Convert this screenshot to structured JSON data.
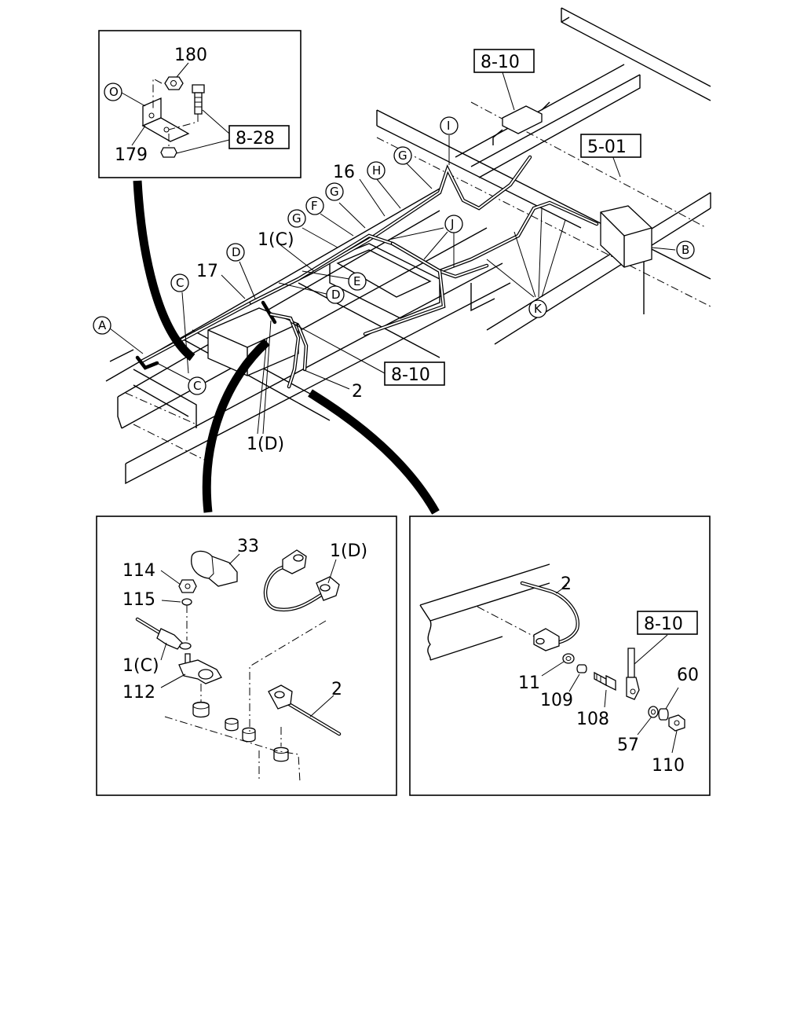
{
  "labels": {
    "n180": "180",
    "n179": "179",
    "n16": "16",
    "n17": "17",
    "n1c": "1(C)",
    "n1d": "1(D)",
    "n2": "2",
    "n33": "33",
    "n114": "114",
    "n115": "115",
    "n1c_detail": "1(C)",
    "n112": "112",
    "n1d_detail": "1(D)",
    "n2_detail_left": "2",
    "n2_detail_right": "2",
    "n11": "11",
    "n109": "109",
    "n108": "108",
    "n57": "57",
    "n60": "60",
    "n110": "110"
  },
  "references": {
    "ref_8_10_top": "8-10",
    "ref_5_01": "5-01",
    "ref_8_28": "8-28",
    "ref_8_10_mid": "8-10",
    "ref_8_10_detail": "8-10"
  },
  "callouts": {
    "O": "O",
    "A": "A",
    "B": "B",
    "C1": "C",
    "C2": "C",
    "D1": "D",
    "D2": "D",
    "E": "E",
    "F": "F",
    "G1": "G",
    "G2": "G",
    "G3": "G",
    "H": "H",
    "I": "I",
    "J": "J",
    "K": "K"
  }
}
